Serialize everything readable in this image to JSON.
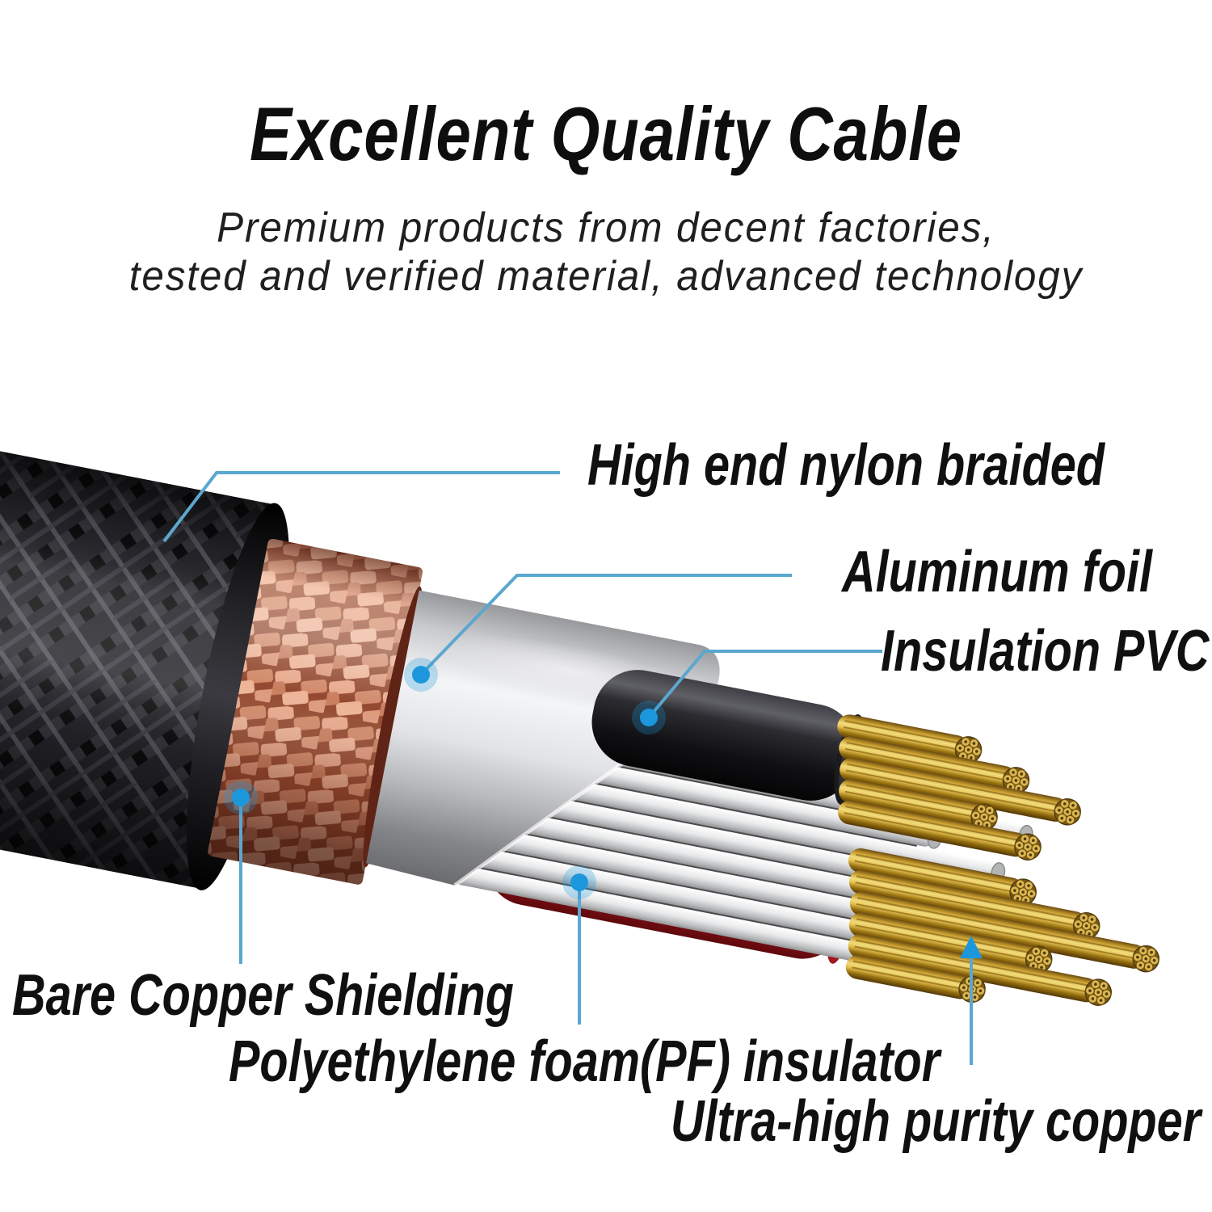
{
  "header": {
    "title": "Excellent Quality Cable",
    "subtitle_line1": "Premium products from decent factories,",
    "subtitle_line2": "tested and verified material, advanced technology"
  },
  "callouts": [
    {
      "id": "nylon-braid",
      "label": "High end nylon braided"
    },
    {
      "id": "aluminum-foil",
      "label": "Aluminum foil"
    },
    {
      "id": "insulation-pvc",
      "label": "Insulation PVC"
    },
    {
      "id": "copper-shielding",
      "label": "Bare Copper Shielding"
    },
    {
      "id": "pf-insulator",
      "label": "Polyethylene foam(PF) insulator"
    },
    {
      "id": "pure-copper",
      "label": "Ultra-high purity copper"
    }
  ],
  "cable": {
    "layers": [
      "nylon braided sleeve",
      "bare copper shielding braid",
      "aluminum foil",
      "insulation PVC wires (black and red)",
      "polyethylene foam (PF) insulator strands",
      "ultra-high purity copper conductors"
    ]
  },
  "colors": {
    "callout_line": "#5ba7cf",
    "callout_dot": "#1d97dc",
    "text": "#101010",
    "braid_black": "#0b0b0c",
    "braid_tan": "#bd9660",
    "copper_braid": "#dd9a7c",
    "foil_silver": "#d9dadd",
    "black_wire": "#141416",
    "red_wire": "#c2242c",
    "gold_conductor": "#d9b44f"
  }
}
